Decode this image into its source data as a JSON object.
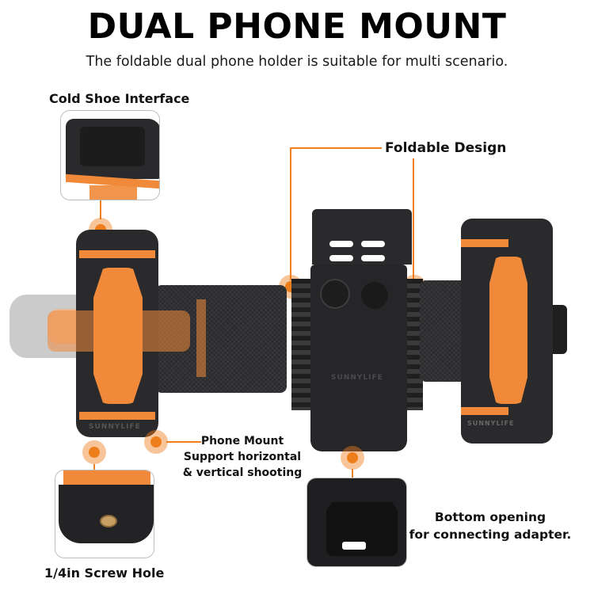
{
  "header": {
    "title": "DUAL PHONE MOUNT",
    "subtitle": "The foldable dual phone holder is suitable for multi scenario."
  },
  "callouts": {
    "cold_shoe": "Cold Shoe Interface",
    "foldable": "Foldable Design",
    "phone_mount_line1": "Phone Mount",
    "phone_mount_line2": "Support horizontal",
    "phone_mount_line3": "& vertical shooting",
    "bottom_line1": "Bottom opening",
    "bottom_line2": "for connecting adapter.",
    "screw_hole": "1/4in Screw Hole"
  },
  "brand_marks": {
    "left_clamp": "SUNNYLIFE",
    "center_body": "SUNNYLIFE",
    "right_clamp": "SUNNYLIFE"
  },
  "colors": {
    "accent": "#ee7d1c",
    "body": "#2a2a2c",
    "pad": "#f08a3a",
    "inset_border": "#bfbfbf"
  }
}
